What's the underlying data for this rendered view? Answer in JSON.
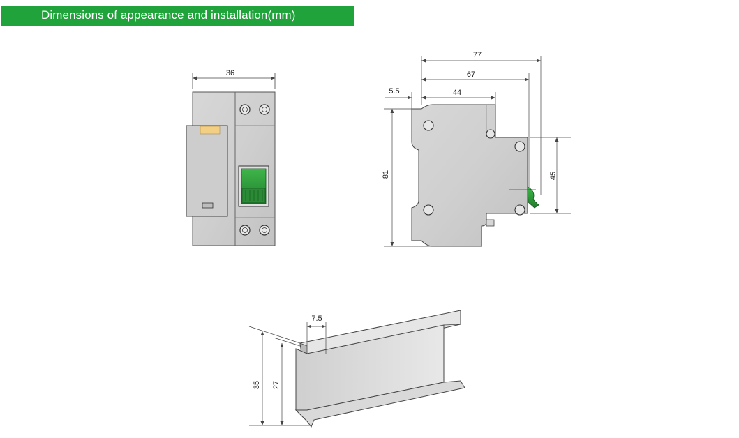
{
  "header": {
    "title": "Dimensions of appearance and installation(mm)",
    "accent_color": "#1fa33a"
  },
  "front_view": {
    "width_dim": "36",
    "handle_color": "#2f9e3a"
  },
  "side_view": {
    "dim_overall_depth": "77",
    "dim_body_depth": "67",
    "dim_step_depth": "44",
    "dim_clip_offset": "5.5",
    "dim_height": "81",
    "dim_handle_height": "45"
  },
  "din_rail": {
    "dim_flange_width": "7.5",
    "dim_total_height": "35",
    "dim_inner_height": "27"
  }
}
